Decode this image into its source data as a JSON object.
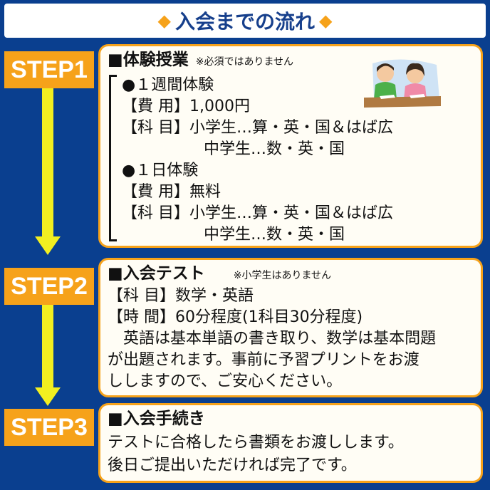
{
  "header": {
    "title": "入会までの流れ",
    "left_mark": "◆",
    "right_mark": "◆"
  },
  "steps": [
    {
      "label": "STEP1",
      "title": "■体験授業",
      "note": "※必須ではありません",
      "lines": [
        "●１週間体験",
        "【費 用】1,000円",
        "【科 目】小学生…算・英・国＆はば広",
        "中学生…数・英・国",
        "●１日体験",
        "【費 用】無料",
        "【科 目】小学生…算・英・国＆はば広",
        "中学生…数・英・国"
      ]
    },
    {
      "label": "STEP2",
      "title": "■入会テスト",
      "note": "※小学生はありません",
      "lines": [
        "【科 目】数学・英語",
        "【時 間】60分程度(1科目30分程度)",
        "英語は基本単語の書き取り、数学は基本問題",
        "が出題されます。事前に予習プリントをお渡",
        "ししますので、ご安心ください。"
      ]
    },
    {
      "label": "STEP3",
      "title": "■入会手続き",
      "lines": [
        "テストに合格したら書類をお渡しします。",
        "後日ご提出いただければ完了です。"
      ]
    }
  ],
  "illustration": {
    "icon": "students-studying-icon"
  },
  "colors": {
    "background": "#0a3f8f",
    "step_badge": "#f6a21a",
    "arrow": "#f2ef20",
    "header_text": "#163f8c"
  }
}
